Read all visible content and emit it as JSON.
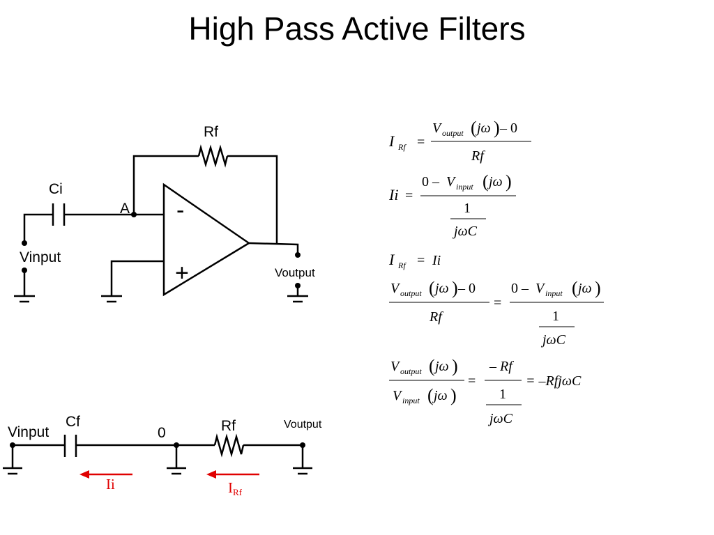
{
  "title": "High Pass Active Filters",
  "circuit1": {
    "rf_label": "Rf",
    "ci_label": "Ci",
    "node_a_label": "A",
    "minus_label": "-",
    "plus_label": "+",
    "vinput_label": "Vinput",
    "voutput_label": "Voutput"
  },
  "circuit2": {
    "vinput_label": "Vinput",
    "cf_label": "Cf",
    "node_zero_label": "0",
    "rf_label": "Rf",
    "voutput_label": "Voutput",
    "ii_label": "Ii",
    "irf_label": "I",
    "irf_sub": "Rf",
    "arrow_color": "#e00000"
  },
  "equations": {
    "I": "I",
    "Rf_sub": "Rf",
    "eq": "=",
    "V": "V",
    "output_sub": "output",
    "input_sub": "input",
    "jw": "jω",
    "minus_zero": "– 0",
    "zero_minus": "0 –",
    "Rf": "Rf",
    "Ii": "Ii",
    "one": "1",
    "jwC": "jωC",
    "minus_Rf": "– Rf",
    "final": "= –RfjωC",
    "lparen": "(",
    "rparen": ")"
  }
}
